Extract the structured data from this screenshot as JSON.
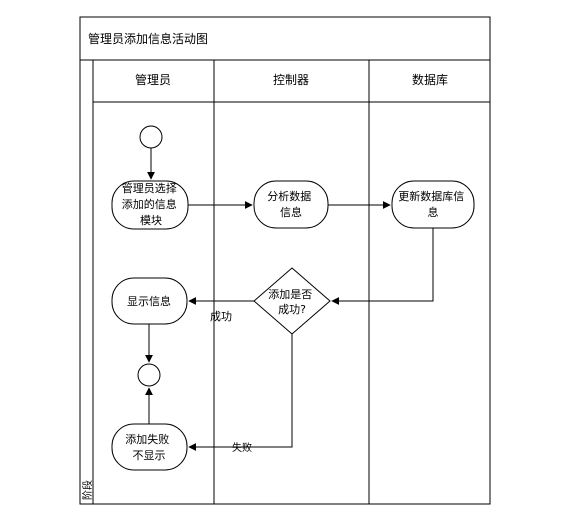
{
  "title": "管理员添加信息活动图",
  "phase_label": "阶段",
  "lanes": [
    {
      "id": "admin",
      "label": "管理员"
    },
    {
      "id": "controller",
      "label": "控制器"
    },
    {
      "id": "database",
      "label": "数据库"
    }
  ],
  "nodes": {
    "select_module": [
      "管理员选择",
      "添加的信息",
      "模块"
    ],
    "analyze": [
      "分析数据",
      "信息"
    ],
    "update_db": [
      "更新数据库信",
      "息"
    ],
    "decision": [
      "添加是否",
      "成功?"
    ],
    "show_info": [
      "显示信息"
    ],
    "fail_hide": [
      "添加失败",
      "不显示"
    ]
  },
  "edge_labels": {
    "success": "成功",
    "fail": "失败"
  }
}
